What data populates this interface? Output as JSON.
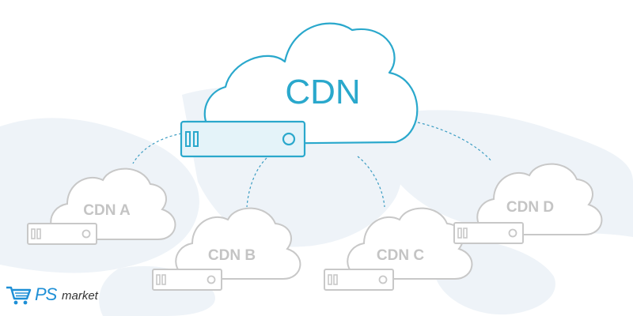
{
  "diagram": {
    "main_node": {
      "label": "CDN"
    },
    "edge_nodes": [
      {
        "label": "CDN A"
      },
      {
        "label": "CDN B"
      },
      {
        "label": "CDN C"
      },
      {
        "label": "CDN D"
      }
    ],
    "colors": {
      "main": "#2aa8cc",
      "main_server_fill": "#e4f3f9",
      "edge": "#c8c8c8",
      "connector": "#3b9cc2",
      "map": "#eef3f8"
    },
    "icons": {
      "cloud": "cloud-icon",
      "server": "server-icon",
      "connector": "dashed-connector"
    }
  },
  "watermark": {
    "brand": "PS",
    "suffix": "market",
    "icon": "shopping-cart-icon",
    "colors": {
      "brand": "#1e8fd6",
      "suffix": "#333333"
    }
  }
}
